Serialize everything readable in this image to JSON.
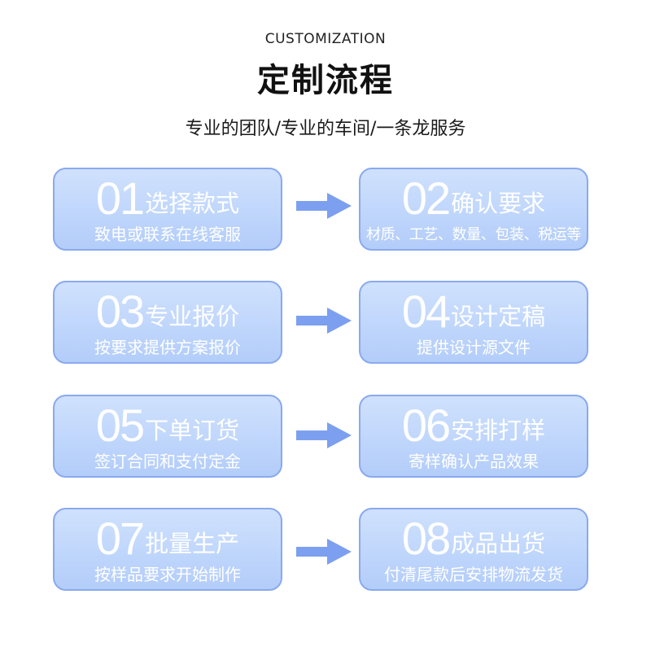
{
  "header": {
    "subtitle_en": "CUSTOMIZATION",
    "title": "定制流程",
    "tagline": "专业的团队/专业的车间/一条龙服务"
  },
  "colors": {
    "card_fill": "#c2d8fc",
    "card_border": "#8aa9ee",
    "arrow": "#7c9ff0",
    "text_on_card": "#ffffff"
  },
  "steps": [
    {
      "num": "01",
      "name": "选择款式",
      "desc": "致电或联系在线客服"
    },
    {
      "num": "02",
      "name": "确认要求",
      "desc": "材质、工艺、数量、包装、税运等"
    },
    {
      "num": "03",
      "name": "专业报价",
      "desc": "按要求提供方案报价"
    },
    {
      "num": "04",
      "name": "设计定稿",
      "desc": "提供设计源文件"
    },
    {
      "num": "05",
      "name": "下单订货",
      "desc": "签订合同和支付定金"
    },
    {
      "num": "06",
      "name": "安排打样",
      "desc": "寄样确认产品效果"
    },
    {
      "num": "07",
      "name": "批量生产",
      "desc": "按样品要求开始制作"
    },
    {
      "num": "08",
      "name": "成品出货",
      "desc": "付清尾款后安排物流发货"
    }
  ],
  "arrow_icon": "right-arrow-icon"
}
